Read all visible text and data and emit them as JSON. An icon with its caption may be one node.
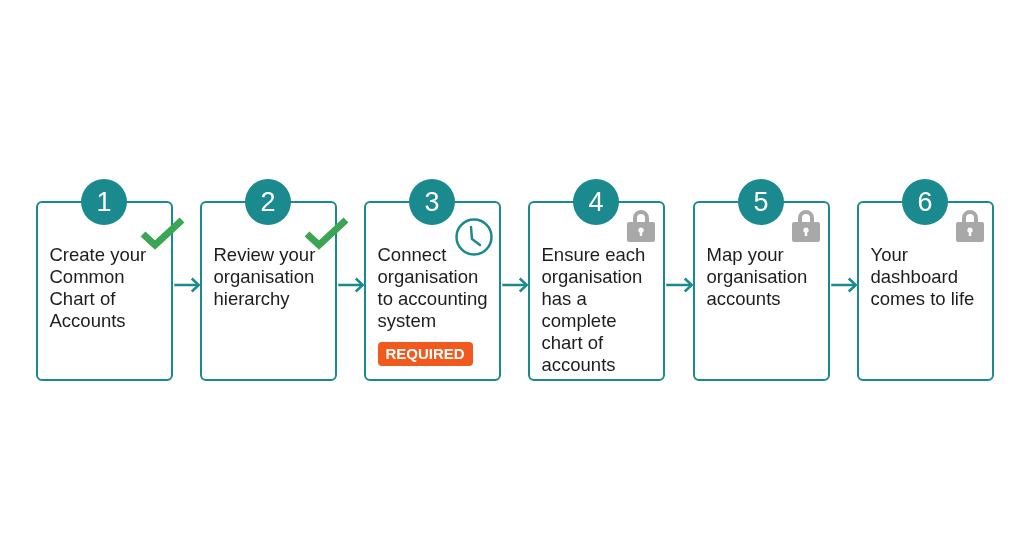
{
  "diagram": {
    "nodes": [
      {
        "text": [
          "1",
          "Create your Common Chart of Accounts"
        ]
      },
      {
        "text": [
          "2",
          "Review your organisation hierarchy"
        ]
      },
      {
        "text": [
          "3",
          "Connect organisation to accounting system",
          "REQUIRED"
        ]
      },
      {
        "text": [
          "4",
          "Ensure each organisation has a complete chart of accounts"
        ]
      },
      {
        "text": [
          "5",
          "Map your organisation accounts"
        ]
      },
      {
        "text": [
          "6",
          "Your dashboard comes to life"
        ]
      }
    ],
    "edges": [
      {
        "from": 0,
        "to": 1,
        "arrow": "to"
      },
      {
        "from": 1,
        "to": 2,
        "arrow": "to"
      },
      {
        "from": 2,
        "to": 3,
        "arrow": "to"
      },
      {
        "from": 3,
        "to": 4,
        "arrow": "to"
      },
      {
        "from": 4,
        "to": 5,
        "arrow": "to"
      }
    ]
  }
}
